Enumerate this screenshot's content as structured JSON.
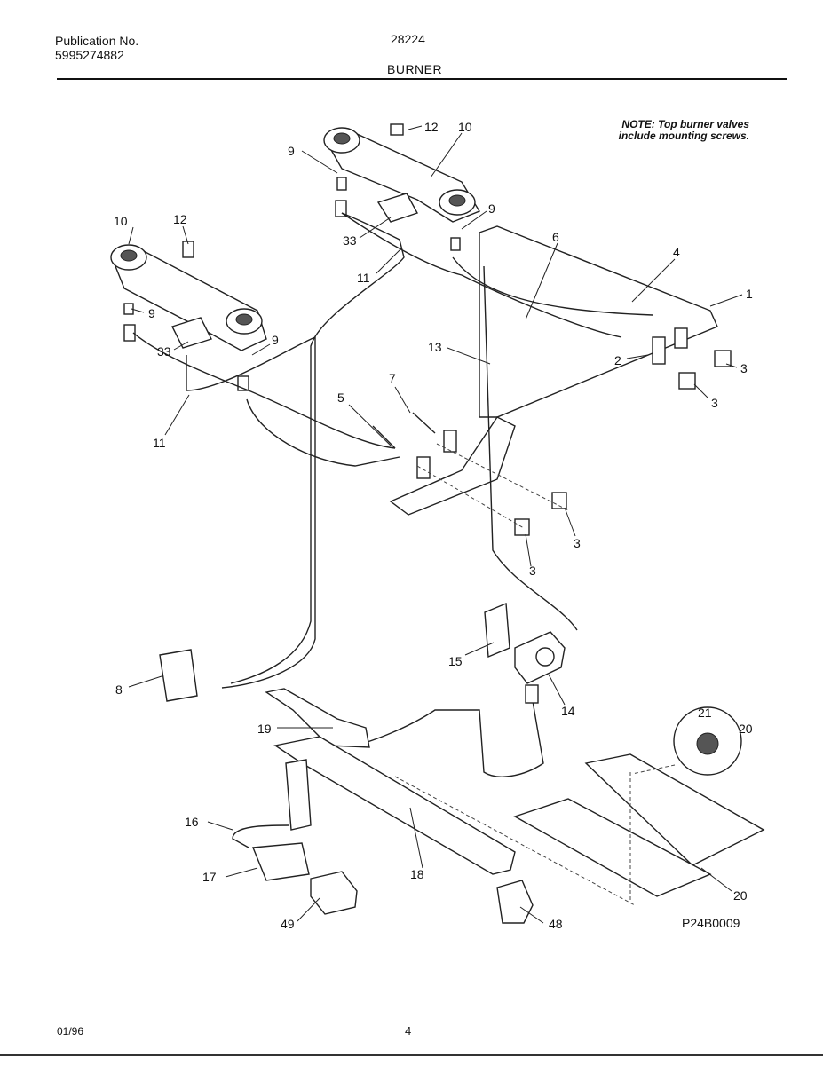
{
  "header": {
    "publication_label": "Publication No.",
    "publication_number": "5995274882",
    "model_number": "28224",
    "section_title": "BURNER"
  },
  "note": "NOTE: Top burner valves include mounting screws.",
  "figure_code": "P24B0009",
  "footer": {
    "date": "01/96",
    "page": "4"
  },
  "callouts": [
    "10",
    "12",
    "10",
    "9",
    "9",
    "12",
    "33",
    "11",
    "9",
    "33",
    "9",
    "11",
    "4",
    "6",
    "1",
    "13",
    "2",
    "3",
    "3",
    "3",
    "5",
    "7",
    "3",
    "3",
    "15",
    "14",
    "8",
    "19",
    "21",
    "20",
    "16",
    "18",
    "17",
    "49",
    "48"
  ]
}
